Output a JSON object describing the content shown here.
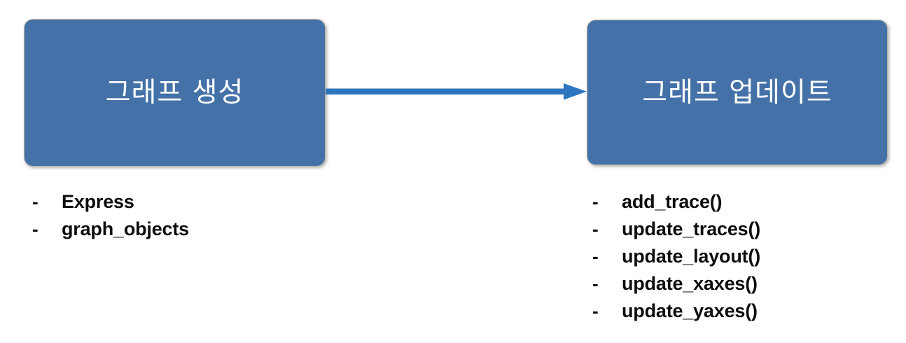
{
  "diagram": {
    "type": "flow",
    "background_color": "#ffffff",
    "box_fill_color": "#4472A8",
    "box_text_color": "#ffffff",
    "arrow_color": "#2E75C0",
    "text_color": "#0d0d0d",
    "nodes": [
      {
        "id": "create",
        "label": "그래프 생성",
        "items": [
          {
            "bullet": "-",
            "text": "Express"
          },
          {
            "bullet": "-",
            "text": "graph_objects"
          }
        ]
      },
      {
        "id": "update",
        "label": "그래프 업데이트",
        "items": [
          {
            "bullet": "-",
            "text": "add_trace()"
          },
          {
            "bullet": "-",
            "text": "update_traces()"
          },
          {
            "bullet": "-",
            "text": "update_layout()"
          },
          {
            "bullet": "-",
            "text": "update_xaxes()"
          },
          {
            "bullet": "-",
            "text": "update_yaxes()"
          }
        ]
      }
    ],
    "edges": [
      {
        "from": "create",
        "to": "update",
        "style": "solid-arrow"
      }
    ]
  }
}
